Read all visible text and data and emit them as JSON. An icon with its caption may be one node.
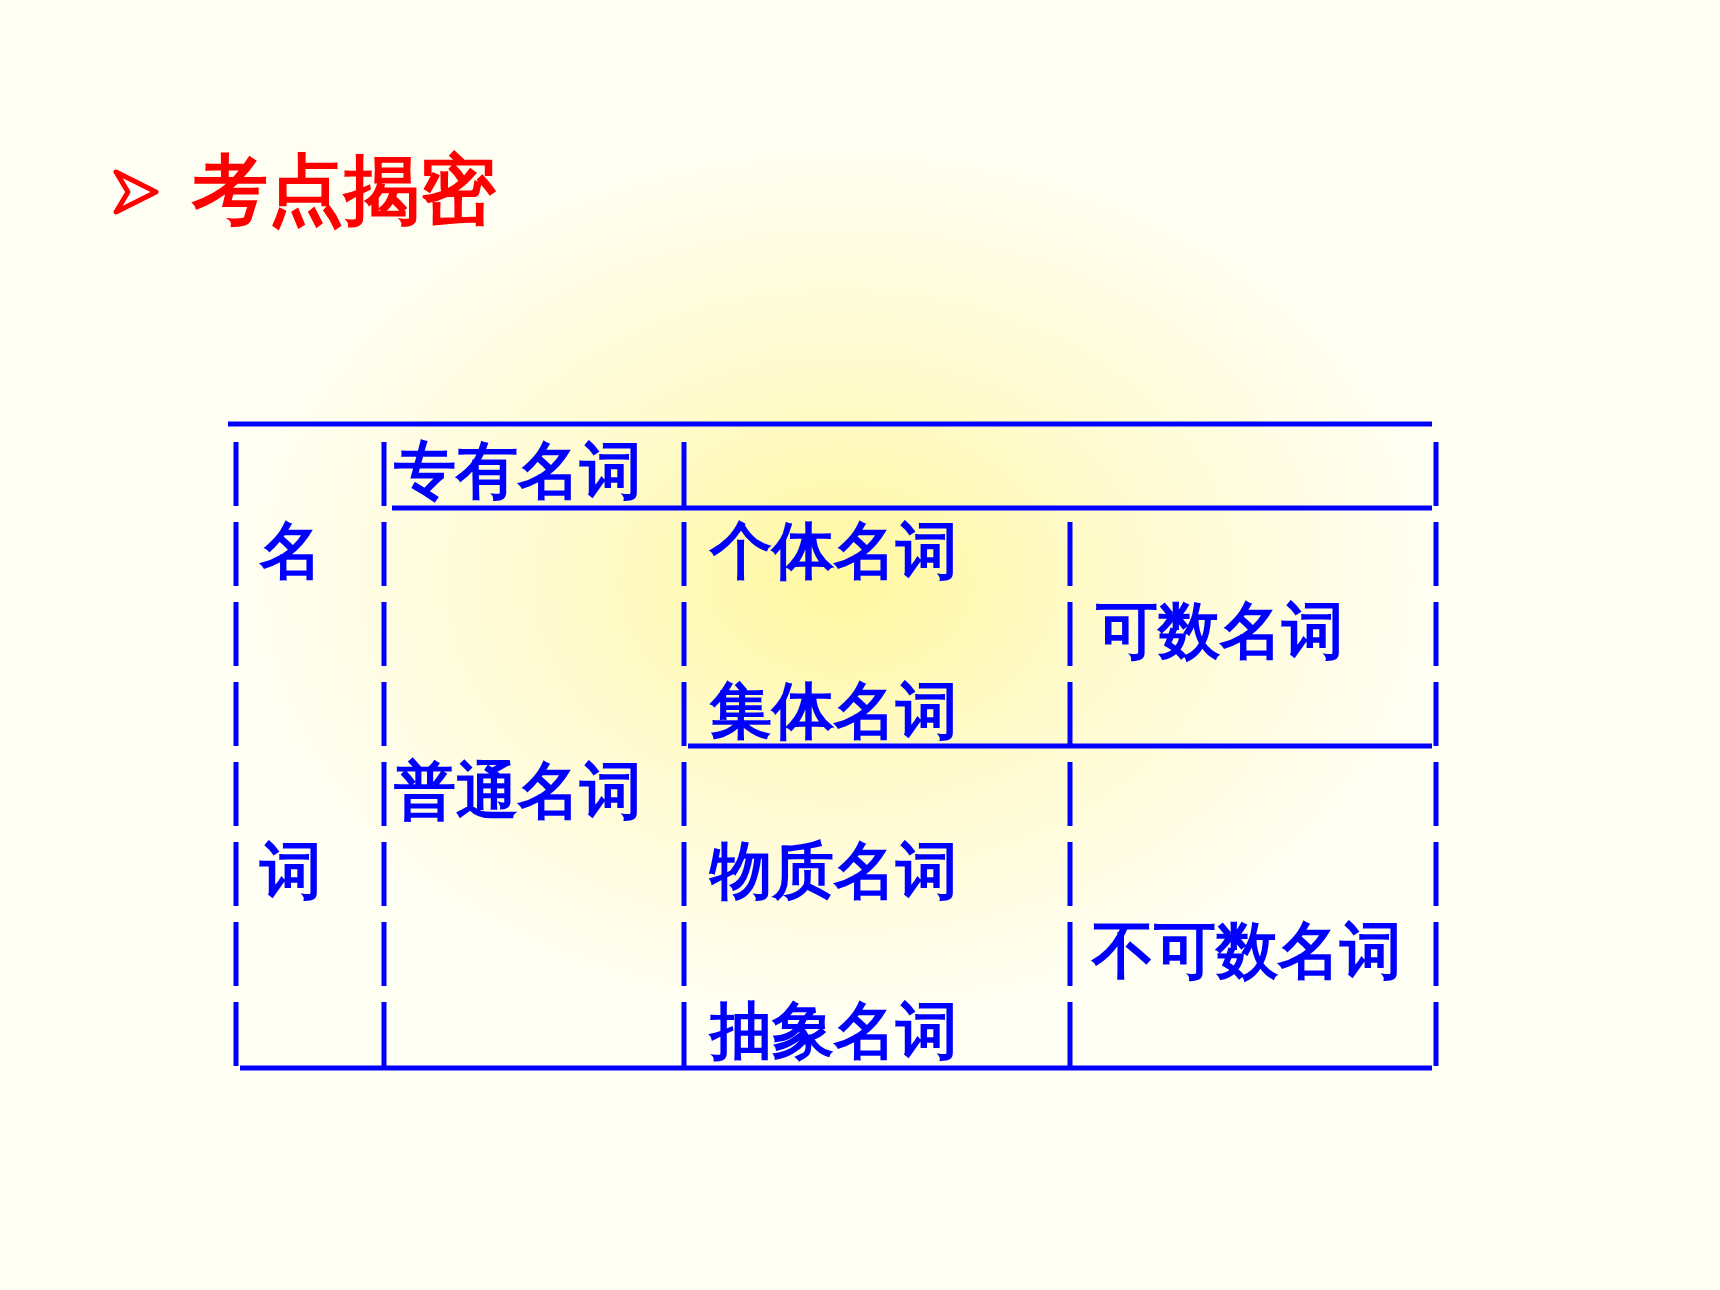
{
  "diagram": {
    "title": "考点揭密",
    "labels": [
      "专有名词",
      "名",
      "个体名词",
      "可数名词",
      "集体名词",
      "普通名词",
      "词",
      "物质名词",
      "不可数名词",
      "抽象名词"
    ]
  }
}
